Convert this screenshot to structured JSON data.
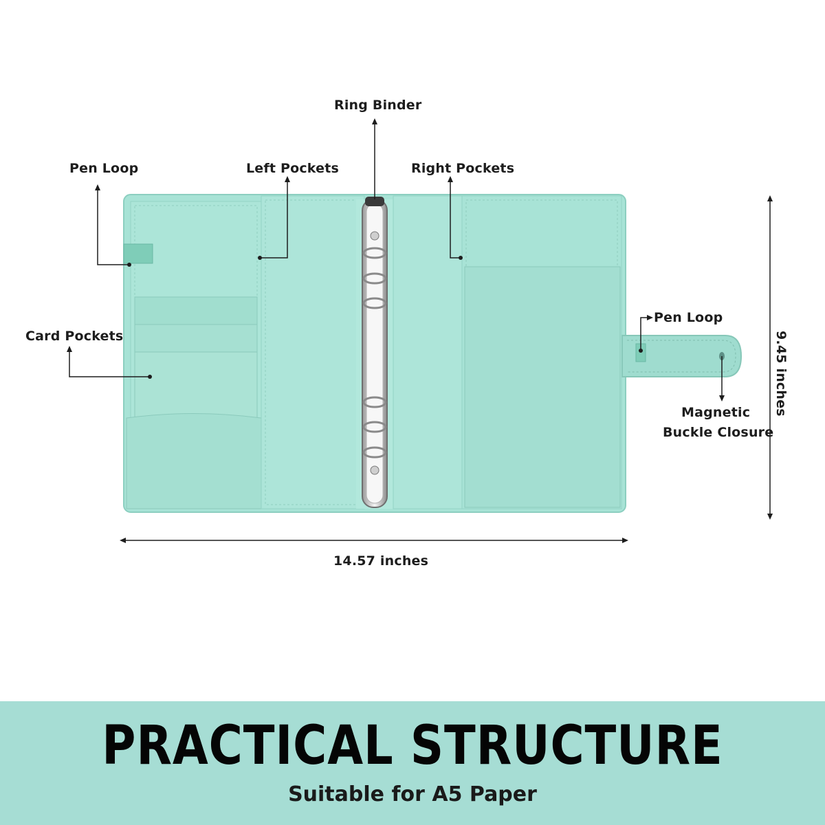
{
  "labels": {
    "ring_binder": "Ring Binder",
    "pen_loop_left": "Pen Loop",
    "left_pockets": "Left Pockets",
    "right_pockets": "Right Pockets",
    "card_pockets": "Card Pockets",
    "pen_loop_right": "Pen Loop",
    "magnetic_line1": "Magnetic",
    "magnetic_line2": "Buckle Closure",
    "width_dimension": "14.57 inches",
    "height_dimension": "9.45 inches"
  },
  "banner": {
    "title": "PRACTICAL STRUCTURE",
    "subtitle": "Suitable for A5 Paper"
  },
  "colors": {
    "binder_mint": "#a8e3d6",
    "binder_mint_dark": "#94d4c6",
    "banner_bg": "#a6ddd4",
    "ink": "#1d1d1d"
  }
}
